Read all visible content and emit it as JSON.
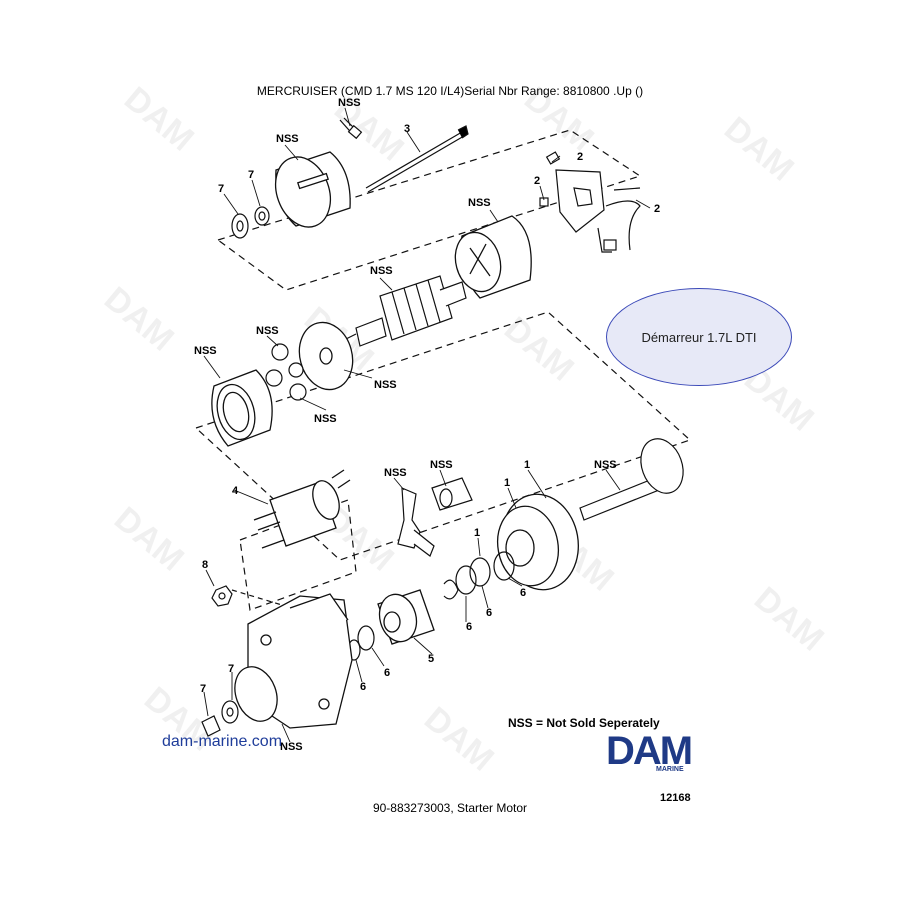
{
  "header": {
    "title": "MERCRUISER (CMD 1.7 MS 120 I/L4)Serial Nbr Range: 8810800 .Up ()"
  },
  "callouts": {
    "nss_top_bolt": "NSS",
    "nss_rear_housing": "NSS",
    "rod": "3",
    "washer_a": "7",
    "washer_b": "7",
    "brush_1": "2",
    "brush_2": "2",
    "brush_3": "2",
    "nss_yoke": "NSS",
    "nss_armature": "NSS",
    "nss_gears": "NSS",
    "nss_ring": "NSS",
    "nss_plate": "NSS",
    "nss_lower_gear": "NSS",
    "solenoid": "4",
    "nss_lever": "NSS",
    "nss_holder": "NSS",
    "clutch_a": "1",
    "clutch_b": "1",
    "nss_shaft": "NSS",
    "nut": "8",
    "ring_1": "1",
    "ring_6a": "6",
    "ring_6b": "6",
    "ring_6c": "6",
    "pinion": "5",
    "ring_6d": "6",
    "ring_6e": "6",
    "washer_c": "7",
    "bushing": "7",
    "nss_front_housing": "NSS"
  },
  "bubble": {
    "label": "Démarreur 1.7L DTI"
  },
  "watermark": {
    "site": "dam-marine.com",
    "text": "DAM"
  },
  "legend": {
    "nss": "NSS = Not Sold Seperately"
  },
  "logo": {
    "main": "DAM",
    "sub": "MARINE",
    "color": "#1f3a86"
  },
  "drawing_number": "12168",
  "footer": {
    "caption": "90-883273003, Starter Motor"
  }
}
